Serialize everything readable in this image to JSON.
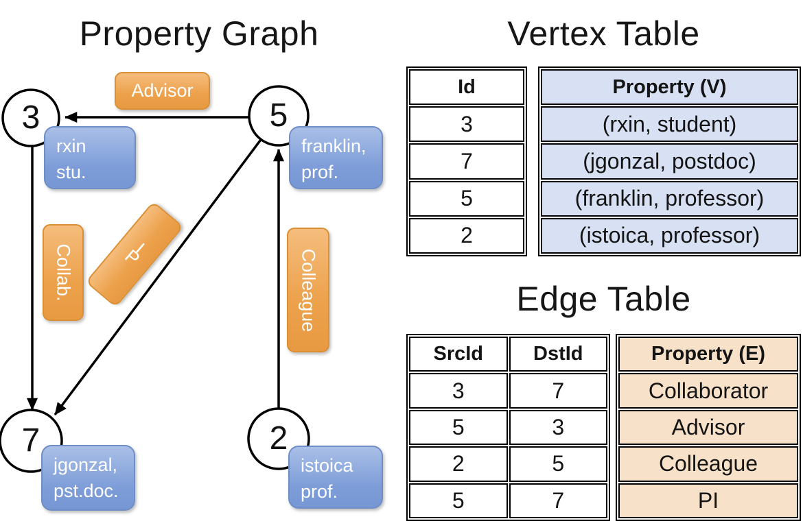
{
  "graph": {
    "title": "Property Graph",
    "nodes": [
      {
        "id": "3",
        "label_lines": [
          "rxin",
          "stu."
        ]
      },
      {
        "id": "5",
        "label_lines": [
          "franklin,",
          "prof."
        ]
      },
      {
        "id": "7",
        "label_lines": [
          "jgonzal,",
          "pst.doc."
        ]
      },
      {
        "id": "2",
        "label_lines": [
          "istoica",
          "prof."
        ]
      }
    ],
    "edges": [
      {
        "src": "5",
        "dst": "3",
        "label": "Advisor"
      },
      {
        "src": "3",
        "dst": "7",
        "label": "Collab."
      },
      {
        "src": "5",
        "dst": "7",
        "label": "PI"
      },
      {
        "src": "2",
        "dst": "5",
        "label": "Colleague"
      }
    ]
  },
  "vertex_table": {
    "title": "Vertex Table",
    "columns": [
      "Id",
      "Property (V)"
    ],
    "rows": [
      {
        "id": "3",
        "property": "(rxin, student)"
      },
      {
        "id": "7",
        "property": "(jgonzal, postdoc)"
      },
      {
        "id": "5",
        "property": "(franklin, professor)"
      },
      {
        "id": "2",
        "property": "(istoica, professor)"
      }
    ]
  },
  "edge_table": {
    "title": "Edge Table",
    "columns": [
      "SrcId",
      "DstId",
      "Property (E)"
    ],
    "rows": [
      {
        "src": "3",
        "dst": "7",
        "property": "Collaborator"
      },
      {
        "src": "5",
        "dst": "3",
        "property": "Advisor"
      },
      {
        "src": "2",
        "dst": "5",
        "property": "Colleague"
      },
      {
        "src": "5",
        "dst": "7",
        "property": "PI"
      }
    ]
  },
  "colors": {
    "orange_fill": "#ECA14B",
    "orange_fill_light": "#F5BD7D",
    "orange_border": "#DB8F33",
    "blue_fill": "#7E9DD8",
    "blue_fill_light": "#A9BFE7",
    "blue_border": "#6F8EC6",
    "vertex_cell_bg": "#D8E1F3",
    "edge_cell_bg": "#F7E2C9",
    "line_color": "#000000"
  }
}
